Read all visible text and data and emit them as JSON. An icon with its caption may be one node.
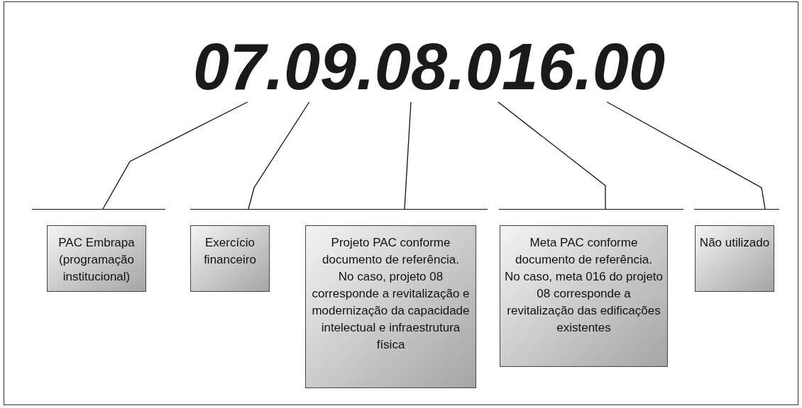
{
  "diagram": {
    "nodes": [
      {
        "text": [
          "07"
        ]
      },
      {
        "text": [
          "09"
        ]
      },
      {
        "text": [
          "08"
        ]
      },
      {
        "text": [
          "016"
        ]
      },
      {
        "text": [
          "00"
        ]
      },
      {
        "text": [
          "PAC Embrapa (programação institucional)"
        ]
      },
      {
        "text": [
          "Exercício financeiro"
        ]
      },
      {
        "text": [
          "Projeto PAC conforme documento de referência.",
          "No caso, projeto 08 corresponde a revitalização e modernização da capacidade intelectual e infraestrutura física"
        ]
      },
      {
        "text": [
          "Meta PAC conforme documento de referência.",
          "No caso, meta 016 do projeto 08 corresponde a revitalização das edificações existentes"
        ]
      },
      {
        "text": [
          "Não utilizado"
        ]
      }
    ],
    "edges": [
      {
        "from": 0,
        "to": 5,
        "arrow": "none"
      },
      {
        "from": 1,
        "to": 6,
        "arrow": "none"
      },
      {
        "from": 2,
        "to": 7,
        "arrow": "none"
      },
      {
        "from": 3,
        "to": 8,
        "arrow": "none"
      },
      {
        "from": 4,
        "to": 9,
        "arrow": "none"
      }
    ],
    "labels": [
      ".",
      ".",
      ".",
      "."
    ]
  }
}
